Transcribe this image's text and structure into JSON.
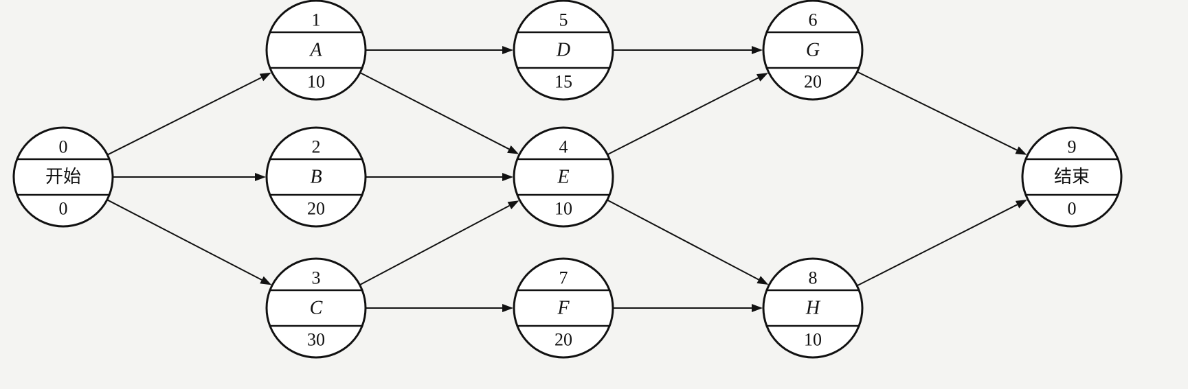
{
  "diagram": {
    "nodes": [
      {
        "id": "start",
        "number": "0",
        "label": "开始",
        "duration": "0"
      },
      {
        "id": "1",
        "number": "1",
        "label": "A",
        "duration": "10"
      },
      {
        "id": "2",
        "number": "2",
        "label": "B",
        "duration": "20"
      },
      {
        "id": "3",
        "number": "3",
        "label": "C",
        "duration": "30"
      },
      {
        "id": "5",
        "number": "5",
        "label": "D",
        "duration": "15"
      },
      {
        "id": "4",
        "number": "4",
        "label": "E",
        "duration": "10"
      },
      {
        "id": "7",
        "number": "7",
        "label": "F",
        "duration": "20"
      },
      {
        "id": "6",
        "number": "6",
        "label": "G",
        "duration": "20"
      },
      {
        "id": "8",
        "number": "8",
        "label": "H",
        "duration": "10"
      },
      {
        "id": "end",
        "number": "9",
        "label": "结束",
        "duration": "0"
      }
    ],
    "edges": [
      {
        "from": "start",
        "to": "1"
      },
      {
        "from": "start",
        "to": "2"
      },
      {
        "from": "start",
        "to": "3"
      },
      {
        "from": "1",
        "to": "5"
      },
      {
        "from": "1",
        "to": "4"
      },
      {
        "from": "2",
        "to": "4"
      },
      {
        "from": "3",
        "to": "4"
      },
      {
        "from": "3",
        "to": "7"
      },
      {
        "from": "5",
        "to": "6"
      },
      {
        "from": "4",
        "to": "6"
      },
      {
        "from": "4",
        "to": "8"
      },
      {
        "from": "7",
        "to": "8"
      },
      {
        "from": "6",
        "to": "end"
      },
      {
        "from": "8",
        "to": "end"
      }
    ]
  }
}
